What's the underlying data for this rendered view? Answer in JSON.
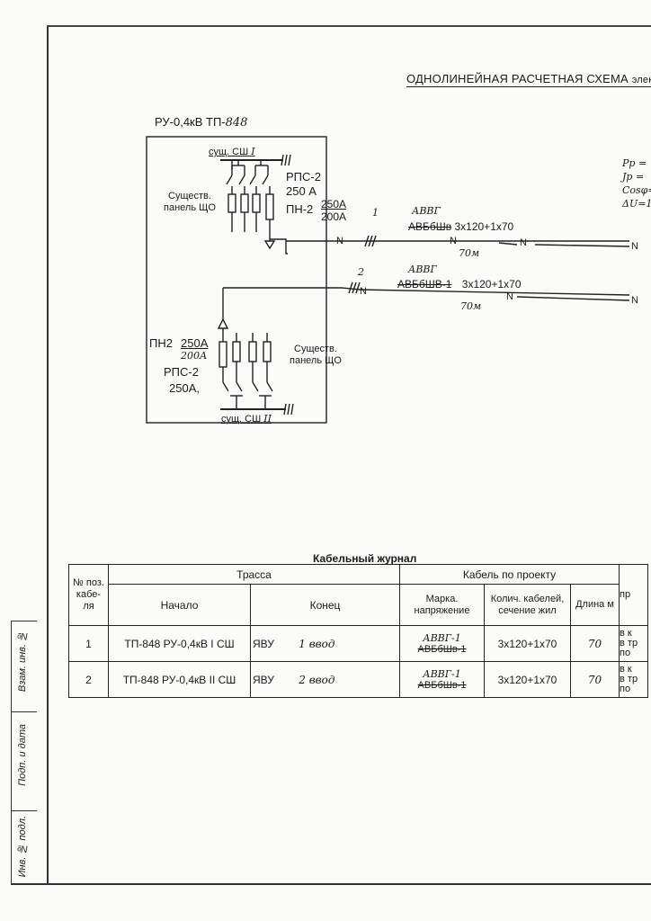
{
  "schema": {
    "title": "ОДНОЛИНЕЙНАЯ РАСЧЕТНАЯ СХЕМА",
    "title_tail": "элект",
    "ru_label": "РУ-0,4кВ ТП-",
    "tp_number": "848",
    "bus1_label": "сущ. СШ",
    "bus1_num": "I",
    "bus2_label": "сущ. СШ",
    "bus2_num": "II",
    "existing_panel_1a": "Существ.",
    "existing_panel_1b": "панель ЩО",
    "existing_panel_2a": "Существ.",
    "existing_panel_2b": "панель ЩО",
    "rps_top": "РПС-2",
    "rps_top_rating": "250 А",
    "pn_top": "ПН-2",
    "pn_top_rating": "250А",
    "pn_top_fuse": "200А",
    "pn_bottom": "ПН2",
    "pn_bottom_rating": "250А",
    "pn_bottom_fuse": "200А",
    "rps_bottom": "РПС-2",
    "rps_bottom_rating": "250А,",
    "line1_num": "1",
    "line1_mark_hand": "АВВГ",
    "line1_mark": "АВБбШв",
    "line1_section": "3х120+1х70",
    "line1_length": "70м",
    "line2_num": "2",
    "line2_mark_hand": "АВВГ",
    "line2_mark": "АВБбШВ-1",
    "line2_section": "3х120+1х70",
    "line2_length": "70м",
    "neutral": "N",
    "calc_1": "Pр =",
    "calc_2": "Jр =",
    "calc_3": "Cosφ=",
    "calc_4": "ΔU=1",
    "grounding": "III"
  },
  "journal": {
    "title": "Кабельный журнал",
    "headers": {
      "pos": "№ поз. кабе-ля",
      "route": "Трасса",
      "start": "Начало",
      "end": "Конец",
      "cable": "Кабель по проекту",
      "mark": "Марка. напряжение",
      "count": "Колич. кабелей, сечение жил",
      "length": "Длина м",
      "cut_header": "пр"
    },
    "rows": [
      {
        "pos": "1",
        "start": "ТП-848 РУ-0,4кВ I СШ",
        "end": "ЯВУ",
        "end_hand": "1 ввод",
        "mark_hand": "АВВГ-1",
        "mark": "АВБбШв-1",
        "section": "3х120+1х70",
        "length": "70",
        "note_1": "в к",
        "note_2": "в тр",
        "note_3": "по"
      },
      {
        "pos": "2",
        "start": "ТП-848 РУ-0,4кВ II СШ",
        "end": "ЯВУ",
        "end_hand": "2 ввод",
        "mark_hand": "АВВГ-1",
        "mark": "АВБбШв-1",
        "section": "3х120+1х70",
        "length": "70",
        "note_1": "в к",
        "note_2": "в тр",
        "note_3": "по"
      }
    ]
  },
  "stamp": {
    "cell_1": "Взам. инв. №",
    "cell_2": "Подп. и дата",
    "cell_3": "Инв. № подл."
  }
}
